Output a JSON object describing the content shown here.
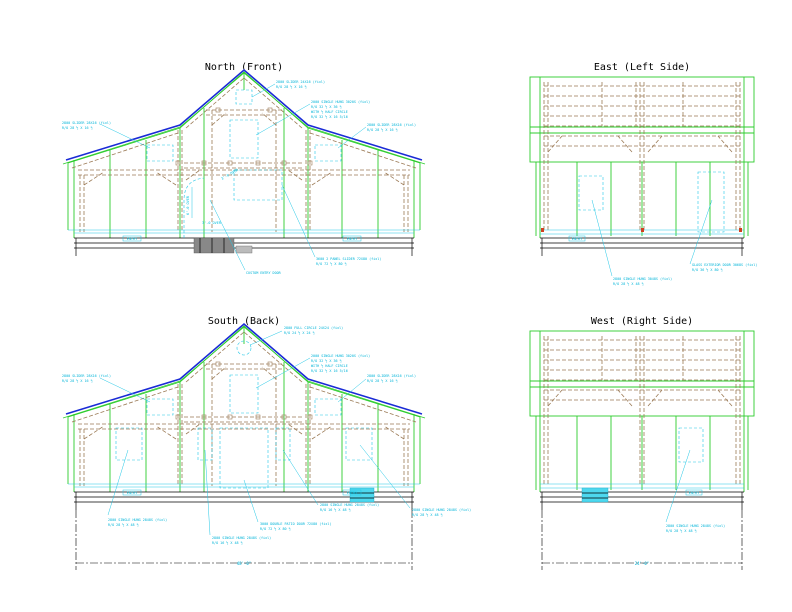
{
  "elevations": {
    "north": {
      "title": "North (Front)",
      "notes": {
        "top_window": [
          "2800 SLIDER 24X16 (fixl)",
          "R/O 28 ½ X 16 ½"
        ],
        "hung": [
          "2000 SINGLE HUNG 3020S (fixl)",
          "R/O 32 ½ X 36 ½",
          "WITH ½ HALF CIRCLE",
          "R/O 32 ½ X 16 5/16"
        ],
        "left_slider": [
          "2800 SLIDER 28X16 (fixl)",
          "R/O 28 ½ X 16 ½"
        ],
        "right_slider": [
          "2800 SLIDER 28X16 (fixl)",
          "R/O 28 ½ X 16 ½"
        ],
        "door": [
          "3600 2 PANEL SLIDER 72X80 (fixl)",
          "R/O 72 ½ X 80 ½"
        ],
        "entry": [
          "CUSTOM ENTRY DOOR"
        ],
        "slab_left": "ENTRY",
        "slab_right": "ENTRY",
        "leaders": [
          "6'-0 OVER",
          "3'-0 OVER"
        ]
      }
    },
    "east": {
      "title": "East (Left Side)",
      "notes": {
        "left": [
          "2800 SINGLE HUNG 3048S (fixl)",
          "R/O 28 ½ X 48 ½"
        ],
        "right": [
          "GLASS EXTERIOR DOOR 3068S (fixl)",
          "R/O 36 ½ X 80 ½"
        ],
        "slab": "ENTRY"
      }
    },
    "south": {
      "title": "South (Back)",
      "notes": {
        "top_window": [
          "2800 FULL CIRCLE 24X24 (fixl)",
          "R/O 24 ½ X 24 ½"
        ],
        "hung": [
          "2000 SINGLE HUNG 3020S (fixl)",
          "R/O 32 ½ X 36 ½",
          "WITH ½ HALF CIRCLE",
          "R/O 32 ½ X 16 5/16"
        ],
        "left_slider": [
          "2800 SLIDER 28X16 (fixl)",
          "R/O 28 ½ X 16 ½"
        ],
        "right_slider": [
          "2800 SLIDER 28X16 (fixl)",
          "R/O 28 ½ X 16 ½"
        ],
        "bottom_left": [
          "2800 SINGLE HUNG 2848S (fixl)",
          "R/O 28 ½ X 48 ½"
        ],
        "bottom_mid_left": [
          "2800 SINGLE HUNG 2848S (fixl)",
          "R/O 16 ½ X 48 ½"
        ],
        "bottom_mid": [
          "3000 DOUBLE PATIO DOOR 72X80 (fixl)",
          "R/O 72 ½ X 80 ½"
        ],
        "bottom_mid_right": [
          "2800 SINGLE HUNG 2848S (fixl)",
          "R/O 16 ½ X 48 ½"
        ],
        "bottom_right": [
          "2800 SINGLE HUNG 2848S (fixl)",
          "R/O 28 ½ X 48 ½"
        ],
        "slab_left": "ENTRY",
        "slab_right": "ENTRY",
        "dimension": "48'-0\""
      }
    },
    "west": {
      "title": "West (Right Side)",
      "notes": {
        "right": [
          "2800 SINGLE HUNG 2848S (fixl)",
          "R/O 28 ½ X 48 ½"
        ],
        "slab": "ENTRY",
        "dimension": "24'-0\""
      }
    }
  }
}
